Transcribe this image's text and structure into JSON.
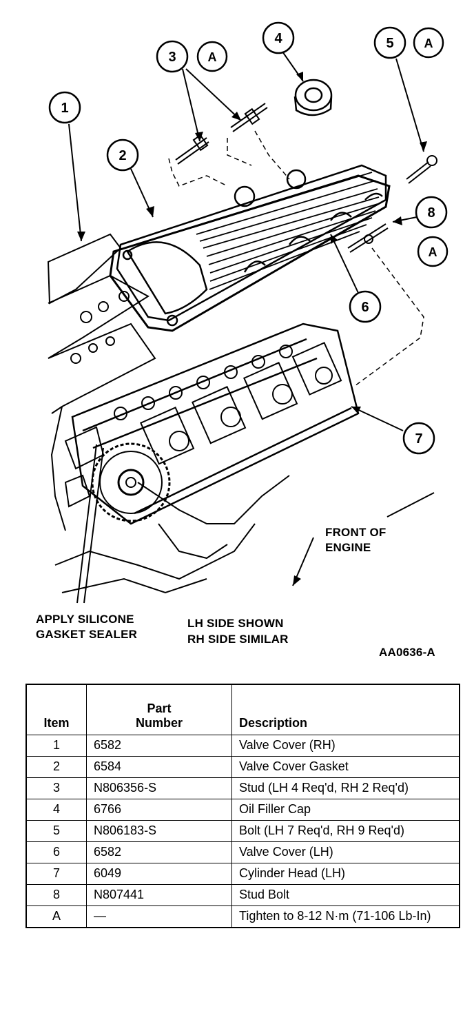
{
  "callouts": {
    "c1": "1",
    "c2": "2",
    "c3": "3",
    "c4": "4",
    "c5": "5",
    "c6": "6",
    "c7": "7",
    "c8": "8",
    "a3": "A",
    "a5": "A",
    "a8": "A"
  },
  "notes": {
    "front_line1": "FRONT OF",
    "front_line2": "ENGINE",
    "sealer_line1": "APPLY SILICONE",
    "sealer_line2": "GASKET SEALER",
    "side_line1": "LH SIDE SHOWN",
    "side_line2": "RH SIDE SIMILAR",
    "figure_id": "AA0636-A"
  },
  "table": {
    "headers": {
      "item": "Item",
      "part_line1": "Part",
      "part_line2": "Number",
      "description": "Description"
    },
    "rows": [
      {
        "item": "1",
        "part": "6582",
        "desc": "Valve Cover (RH)"
      },
      {
        "item": "2",
        "part": "6584",
        "desc": "Valve Cover Gasket"
      },
      {
        "item": "3",
        "part": "N806356-S",
        "desc": "Stud (LH 4 Req'd, RH 2 Req'd)"
      },
      {
        "item": "4",
        "part": "6766",
        "desc": "Oil Filler Cap"
      },
      {
        "item": "5",
        "part": "N806183-S",
        "desc": "Bolt (LH 7 Req'd, RH 9 Req'd)"
      },
      {
        "item": "6",
        "part": "6582",
        "desc": "Valve Cover (LH)"
      },
      {
        "item": "7",
        "part": "6049",
        "desc": "Cylinder Head (LH)"
      },
      {
        "item": "8",
        "part": "N807441",
        "desc": "Stud Bolt"
      },
      {
        "item": "A",
        "part": "—",
        "desc": "Tighten to 8-12 N·m (71-106 Lb-In)"
      }
    ]
  }
}
